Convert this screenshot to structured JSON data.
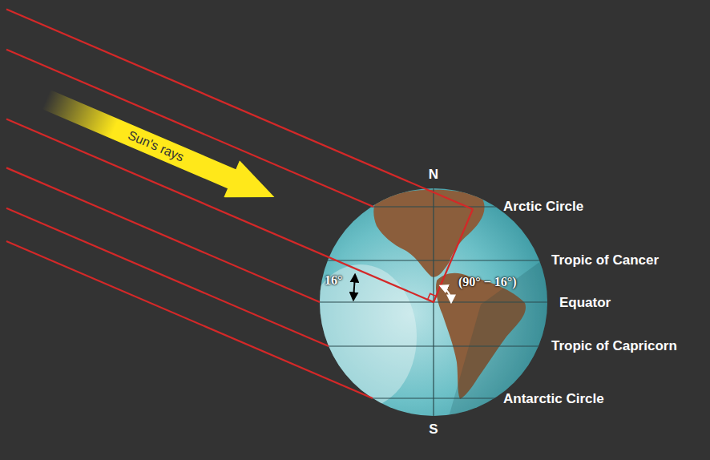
{
  "diagram": {
    "nodes": [
      {
        "text": [
          "Sun's rays"
        ]
      }
    ],
    "labels": [
      "N",
      "Arctic Circle",
      "Tropic of Cancer",
      "16°",
      "(90° − 16°)",
      "Equator",
      "Tropic of Capricorn",
      "Antarctic Circle",
      "S"
    ]
  }
}
